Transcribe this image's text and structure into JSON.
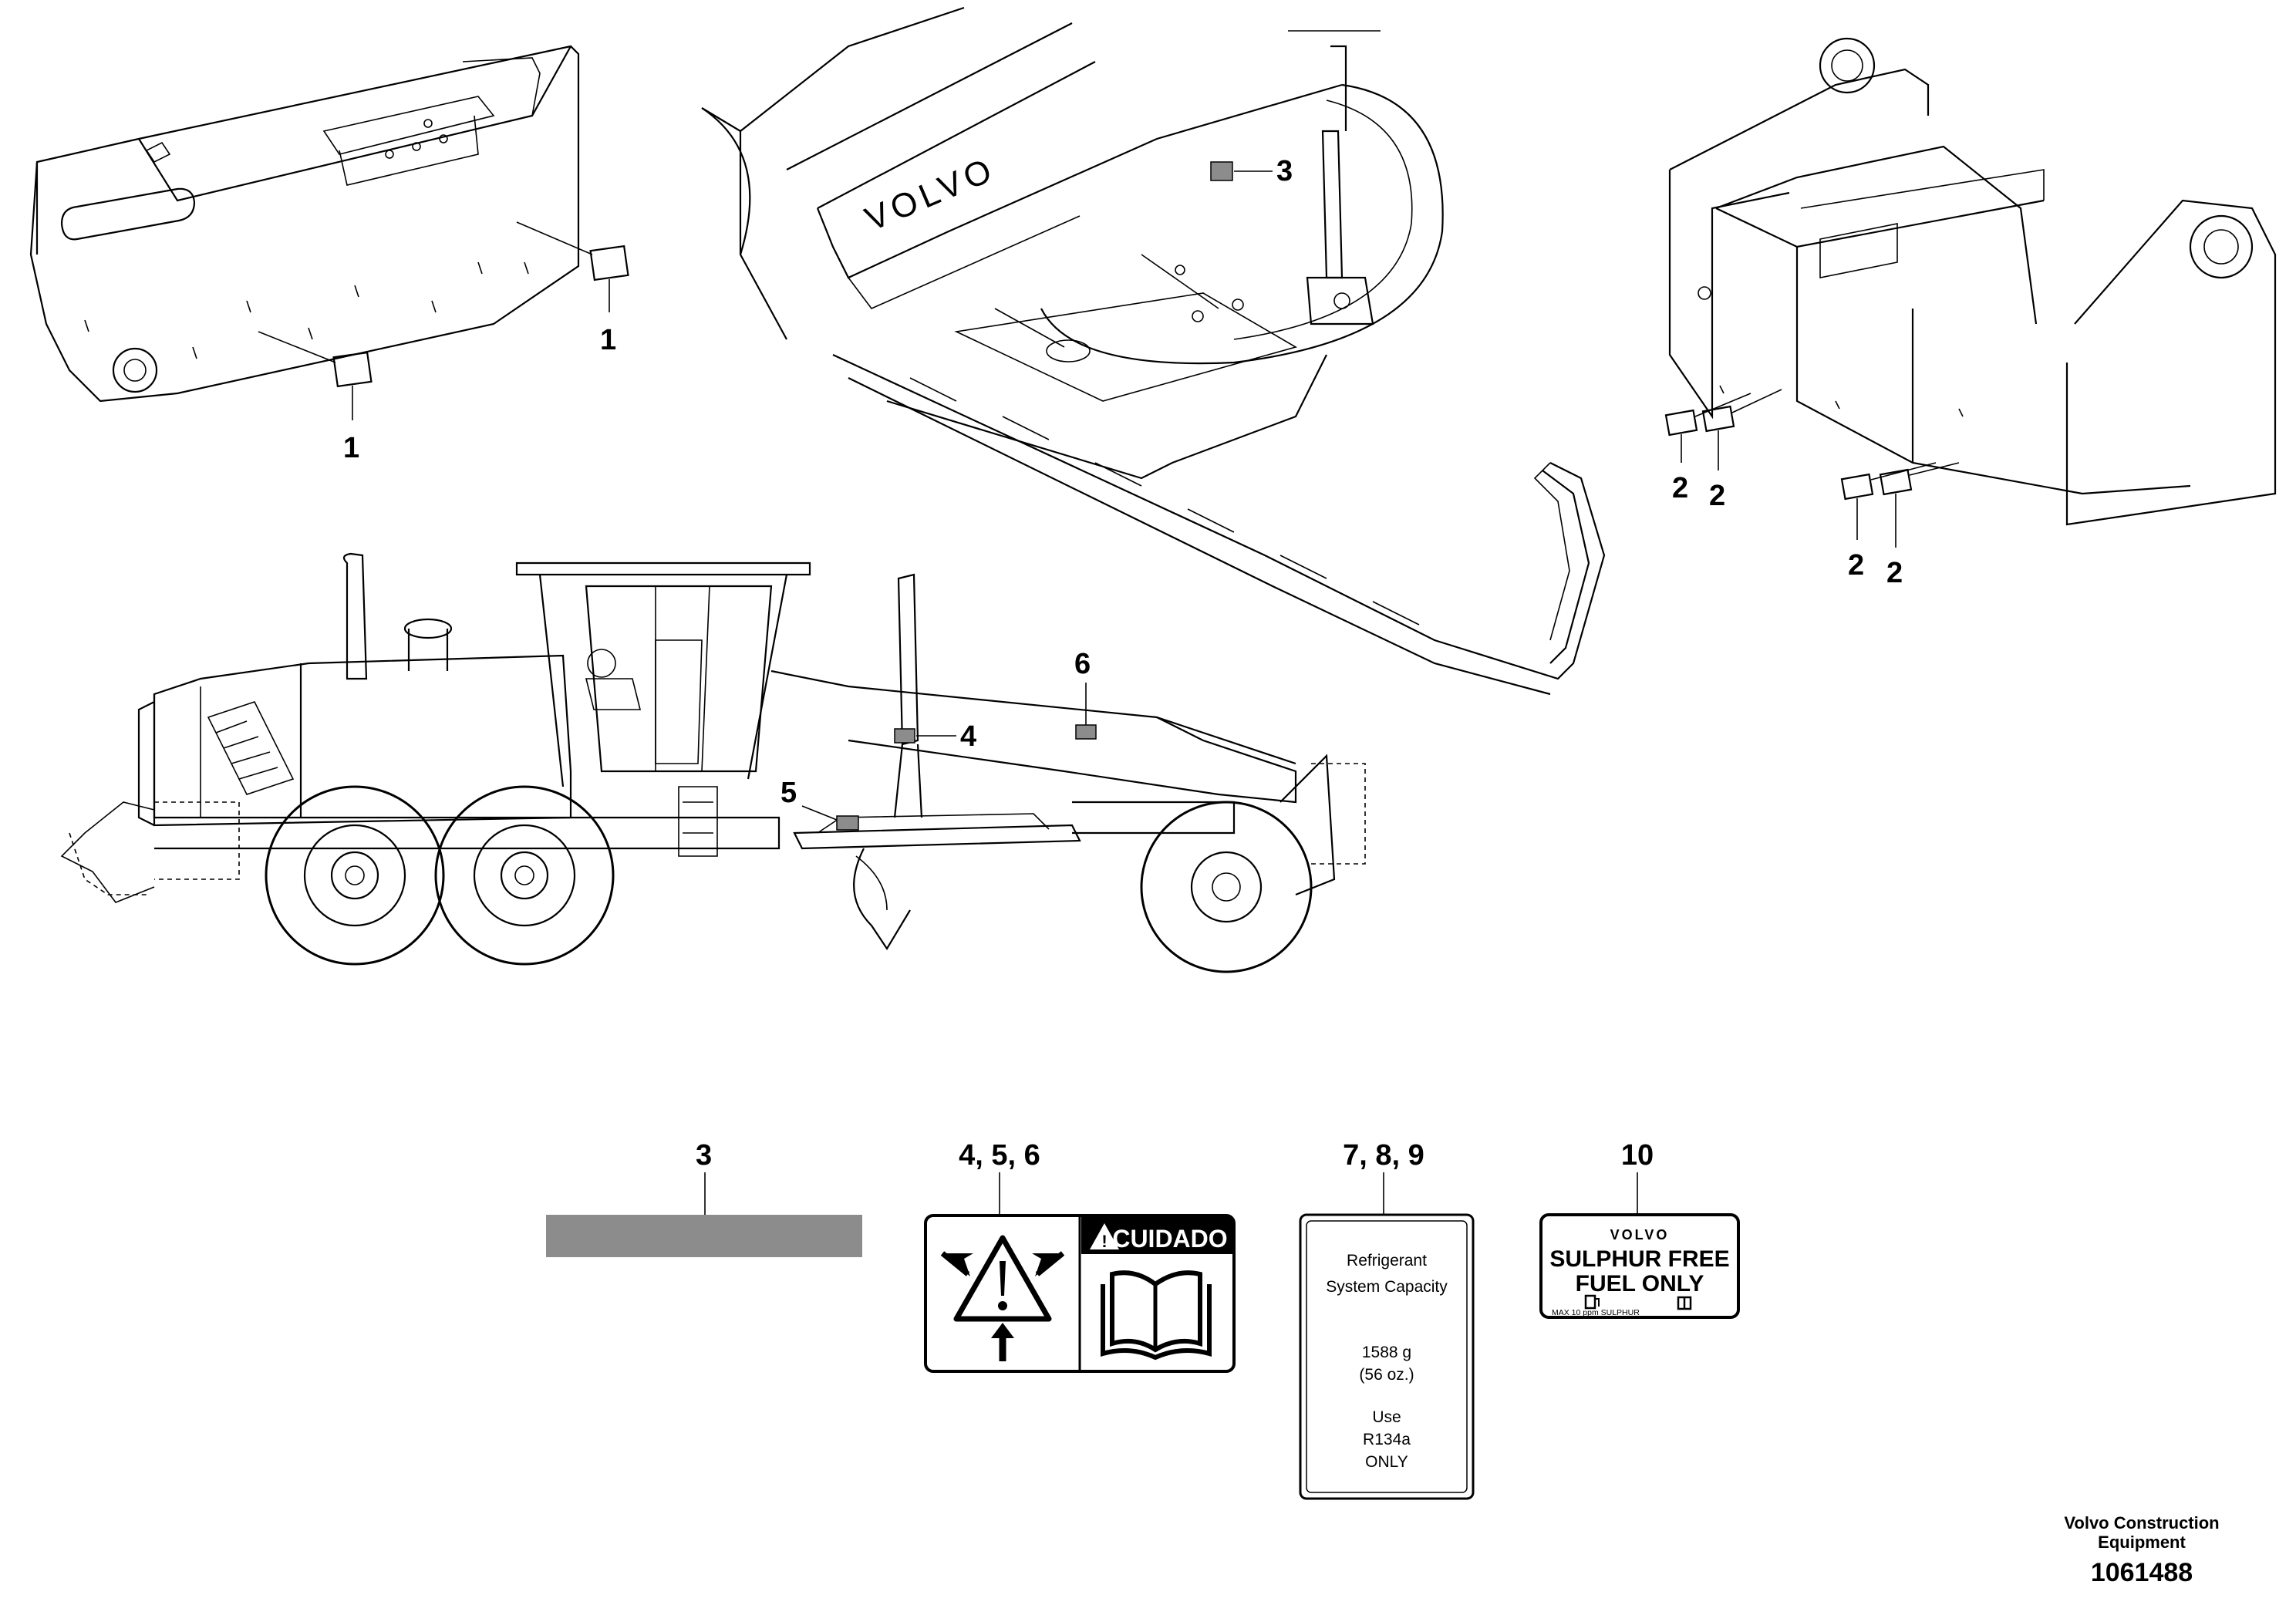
{
  "callouts": {
    "c1a": "1",
    "c1b": "1",
    "c2a": "2",
    "c2b": "2",
    "c2c": "2",
    "c2d": "2",
    "c3": "3",
    "c4": "4",
    "c5": "5",
    "c6": "6"
  },
  "decal_headers": {
    "d3": "3",
    "d456": "4, 5, 6",
    "d789": "7, 8, 9",
    "d10": "10"
  },
  "blade_brand": "VOLVO",
  "warning_decal": {
    "caution_text": "CUIDADO",
    "icon_left": "warning-triangle-icon",
    "icon_right": "manual-book-icon"
  },
  "refrigerant_decal": {
    "line1": "Refrigerant",
    "line2": "System Capacity",
    "line3": "1588 g",
    "line4": "(56 oz.)",
    "line5": "Use",
    "line6": "R134a",
    "line7": "ONLY"
  },
  "fuel_decal": {
    "brand": "VOLVO",
    "line1": "SULPHUR FREE",
    "line2": "FUEL ONLY",
    "small": "MAX 10 ppm SULPHUR",
    "icon_left": "fuel-pump-icon",
    "icon_right": "manual-book-icon"
  },
  "footer": {
    "company_line1": "Volvo Construction",
    "company_line2": "Equipment",
    "drawing_number": "1061488"
  },
  "colors": {
    "decal_3_fill": "#8c8c8c",
    "line": "#000000",
    "background": "#ffffff"
  }
}
